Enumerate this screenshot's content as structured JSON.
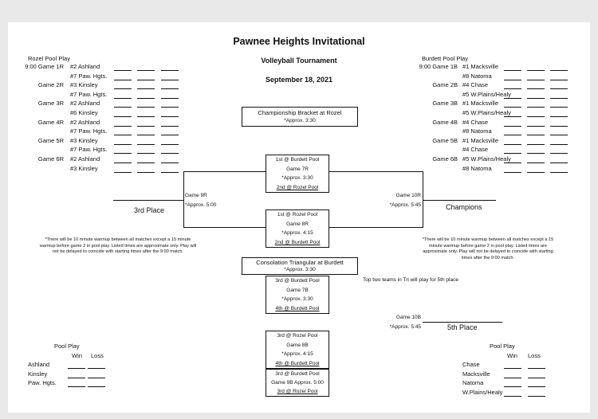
{
  "header": {
    "title": "Pawnee Heights Invitational",
    "subtitle": "Volleyball Tournament",
    "date": "September 18, 2021"
  },
  "rozel_pool": {
    "heading": "Rozel Pool Play",
    "rows": [
      {
        "game": "9:00 Game 1R",
        "team1": "#2 Ashland",
        "team2": "#7 Paw. Hgts."
      },
      {
        "game": "Game 2R",
        "team1": "#3 Kinsley",
        "team2": "#7 Paw. Hgts."
      },
      {
        "game": "Game 3R",
        "team1": "#2 Ashland",
        "team2": "#6 Kinsley"
      },
      {
        "game": "Game 4R",
        "team1": "#2 Ashland",
        "team2": "#7 Paw. Hgts."
      },
      {
        "game": "Game 5R",
        "team1": "#3 Kinsley",
        "team2": "#7 Paw. Hgts."
      },
      {
        "game": "Game 6R",
        "team1": "#2 Ashland",
        "team2": "#3 Kinsley"
      }
    ]
  },
  "burdett_pool": {
    "heading": "Burdett Pool Play",
    "rows": [
      {
        "game": "9:00 Game 1B",
        "team1": "#1 Macksville",
        "team2": "#8 Natoma"
      },
      {
        "game": "Game 2B",
        "team1": "#4 Chase",
        "team2": "#5 W.Plains/Healy"
      },
      {
        "game": "Game 3B",
        "team1": "#1 Macksville",
        "team2": "#5 W.Plains/Healy"
      },
      {
        "game": "Game 4B",
        "team1": "#4 Chase",
        "team2": "#8 Natoma"
      },
      {
        "game": "Game 5B",
        "team1": "#1 Macksville",
        "team2": "#4 Chase"
      },
      {
        "game": "Game 6B",
        "team1": "#5 W.Plains/Healy",
        "team2": "#8 Natoma"
      }
    ]
  },
  "championship": {
    "header": "Championship Bracket at Rozel",
    "header_time": "*Approx. 3:30",
    "game7": {
      "top": "1st @ Burdett Pool",
      "name": "Game 7R",
      "time": "*Approx. 3:30",
      "bottom": "2nd @ Rozel Pool"
    },
    "game8": {
      "top": "1st @ Rozel Pool",
      "name": "Game 8R",
      "time": "*Approx. 4:15",
      "bottom": "2nd @ Burdett Pool"
    },
    "game9": {
      "name": "Game 9R",
      "time": "*Approx. 5:00",
      "result": "3rd Place"
    },
    "game10": {
      "name": "Game 10R",
      "time": "*Approx. 5:45",
      "result": "Champions"
    }
  },
  "notes": {
    "left": "*There will be 10 minute warmup between all matches except a 15 minute warmup before game 2 in pool play. Listed times are approximate only. Play will not be delayed to coincide with starting times after the 9:00 match.",
    "right": "*There will be 10 minute warmup between all matches except a 15 minute warmup before game 2 in pool play. Listed times are approximate only. Play will not be delayed to coincide with starting times after the 9:00 match."
  },
  "consolation": {
    "header": "Consolation Triangular at Burdett",
    "header_time": "*Approx. 3:30",
    "game7b": {
      "top": "3rd @ Burdett Pool",
      "name": "Game 7B",
      "time": "*Approx. 3:30",
      "bottom": "4th @ Burdett Pool"
    },
    "note": "Top two teams in Tri will play for 5th place",
    "game8b": {
      "top": "3rd @ Rozel Pool",
      "name": "Game 8B",
      "time": "*Approx. 4:15",
      "bottom": "4th @ Burdett Pool"
    },
    "game9b": {
      "top": "3rd @ Burdett Pool",
      "name": "Game 9B Approx. 5:00",
      "bottom": "3rd @ Rozel Pool"
    },
    "game10b": {
      "name": "Game 10B",
      "time": "*Approx. 5:45",
      "result": "5th Place"
    }
  },
  "standings_left": {
    "heading": "Pool Play",
    "win": "Win",
    "loss": "Loss",
    "teams": [
      "Ashland",
      "Kinsley",
      "Paw. Hgts."
    ]
  },
  "standings_right": {
    "heading": "Pool Play",
    "win": "Win",
    "loss": "Loss",
    "teams": [
      "Chase",
      "Macksville",
      "Natoma",
      "W.Plains/Healy"
    ]
  }
}
